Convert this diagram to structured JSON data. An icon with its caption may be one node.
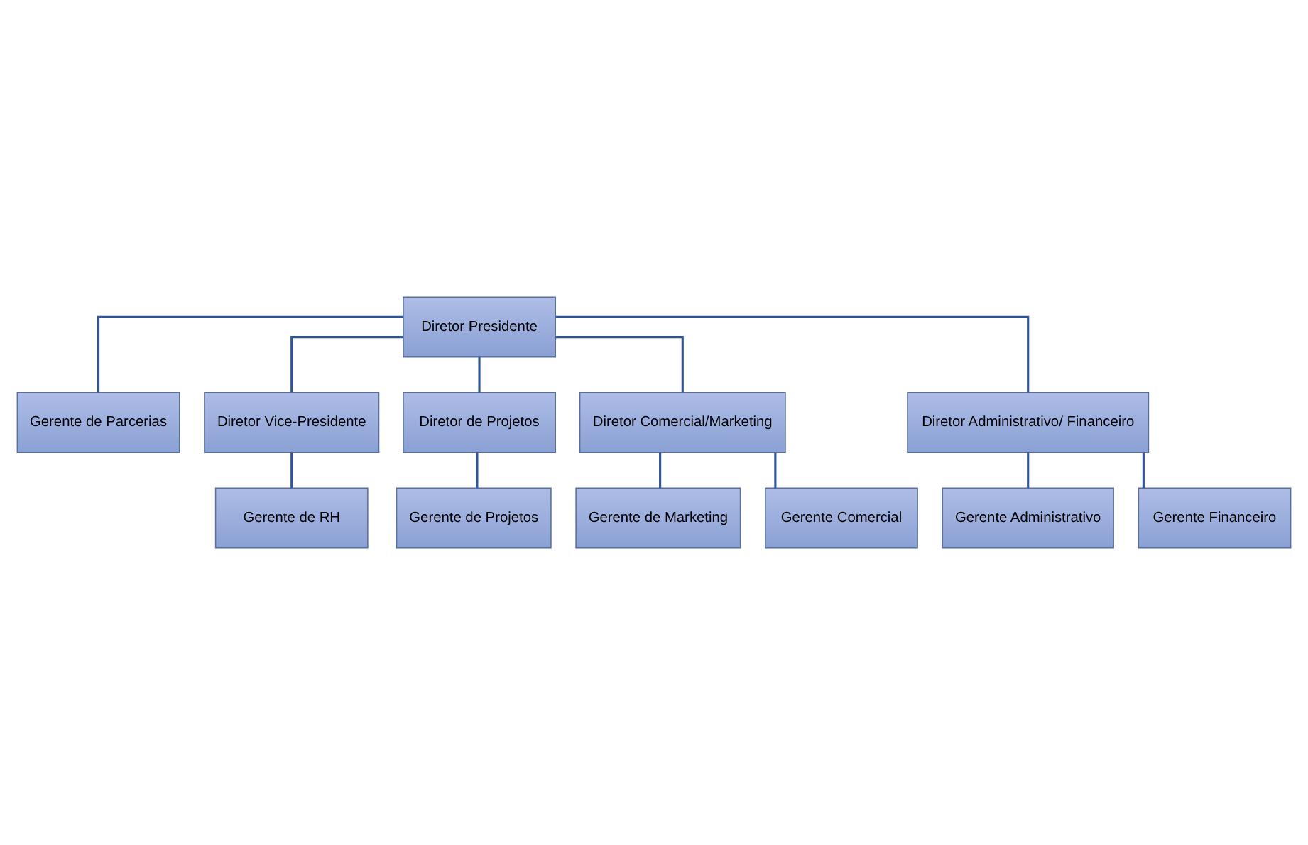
{
  "diagram": {
    "nodes": [
      {
        "text": [
          "Diretor Presidente"
        ]
      },
      {
        "text": [
          "Gerente de Parcerias"
        ]
      },
      {
        "text": [
          "Diretor Vice-Presidente"
        ]
      },
      {
        "text": [
          "Gerente de RH"
        ]
      },
      {
        "text": [
          "Diretor de Projetos"
        ]
      },
      {
        "text": [
          "Gerente de Projetos"
        ]
      },
      {
        "text": [
          "Diretor Comercial/Marketing"
        ]
      },
      {
        "text": [
          "Gerente de Marketing"
        ]
      },
      {
        "text": [
          "Gerente Comercial"
        ]
      },
      {
        "text": [
          "Diretor Administrativo/ Financeiro"
        ]
      },
      {
        "text": [
          "Gerente Administrativo"
        ]
      },
      {
        "text": [
          "Gerente Financeiro"
        ]
      }
    ],
    "edges": [
      {
        "from": 0,
        "to": 1,
        "arrow": "none"
      },
      {
        "from": 0,
        "to": 2,
        "arrow": "none"
      },
      {
        "from": 0,
        "to": 4,
        "arrow": "none"
      },
      {
        "from": 0,
        "to": 6,
        "arrow": "none"
      },
      {
        "from": 0,
        "to": 9,
        "arrow": "none"
      },
      {
        "from": 2,
        "to": 3,
        "arrow": "none"
      },
      {
        "from": 4,
        "to": 5,
        "arrow": "none"
      },
      {
        "from": 6,
        "to": 7,
        "arrow": "none"
      },
      {
        "from": 6,
        "to": 8,
        "arrow": "none"
      },
      {
        "from": 9,
        "to": 10,
        "arrow": "none"
      },
      {
        "from": 9,
        "to": 11,
        "arrow": "none"
      }
    ]
  }
}
